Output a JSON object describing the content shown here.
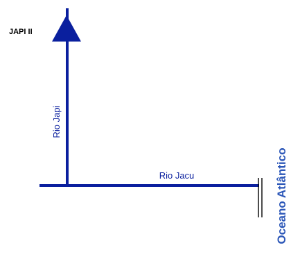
{
  "colors": {
    "river": "#0a1f9e",
    "ocean": "#2c57b8",
    "coast": "#000000",
    "station": "#000000"
  },
  "station": {
    "label": "JAPI II",
    "marker": "triangle-up-icon"
  },
  "rivers": {
    "japi": "Rio Japi",
    "jacu": "Rio Jacu"
  },
  "ocean": {
    "label": "Oceano Atlântico"
  }
}
